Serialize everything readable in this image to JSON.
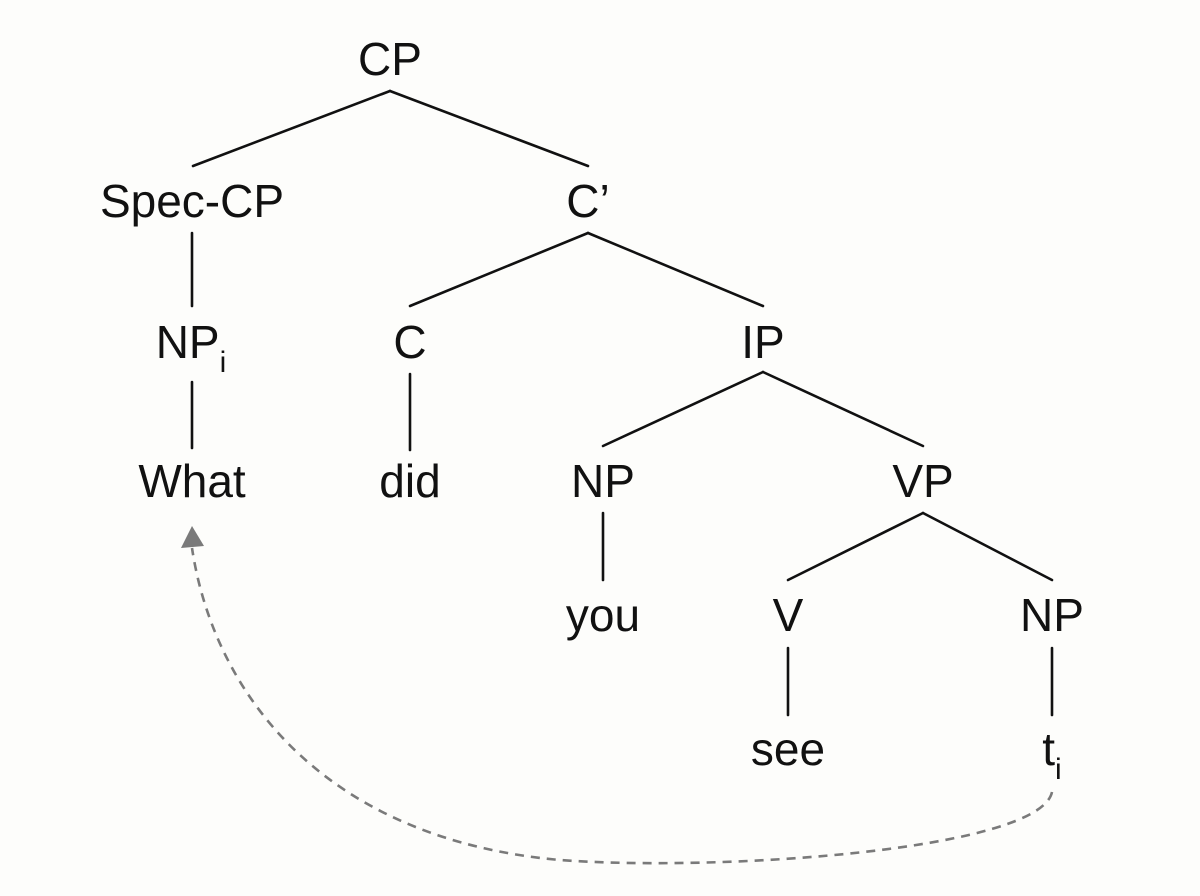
{
  "nodes": {
    "cp": "CP",
    "spec_cp": "Spec-CP",
    "c_bar": "C’",
    "np_i": {
      "base": "NP",
      "index": "i"
    },
    "c": "C",
    "ip": "IP",
    "what": "What",
    "did": "did",
    "np_subj": "NP",
    "vp": "VP",
    "you": "you",
    "v": "V",
    "np_obj": "NP",
    "see": "see",
    "trace": {
      "base": "t",
      "index": "i"
    }
  },
  "colors": {
    "text": "#111111",
    "branch": "#111111",
    "movement_arrow": "#7a7a7a",
    "background": "#fdfdfb"
  },
  "movement": {
    "from": "trace",
    "to": "what",
    "style": "dashed"
  }
}
